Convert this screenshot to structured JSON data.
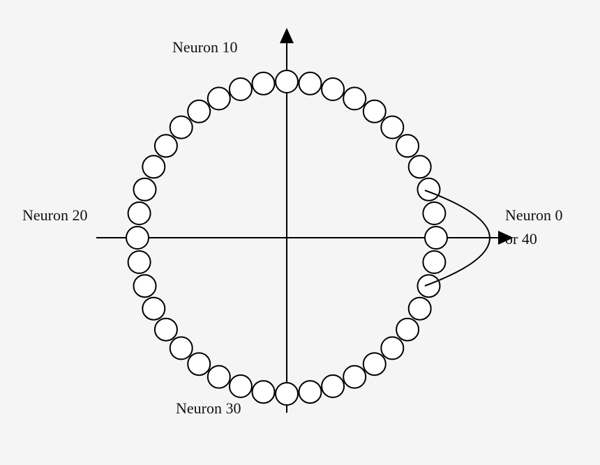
{
  "diagram": {
    "labels": {
      "top": "Neuron 10",
      "left": "Neuron 20",
      "bottom": "Neuron 30",
      "right_line1": "Neuron 0",
      "right_line2": "or 40"
    },
    "neuron_count": 40,
    "colors": {
      "background": "#f5f5f5",
      "stroke": "#000000",
      "neuron_fill": "#ffffff"
    }
  }
}
